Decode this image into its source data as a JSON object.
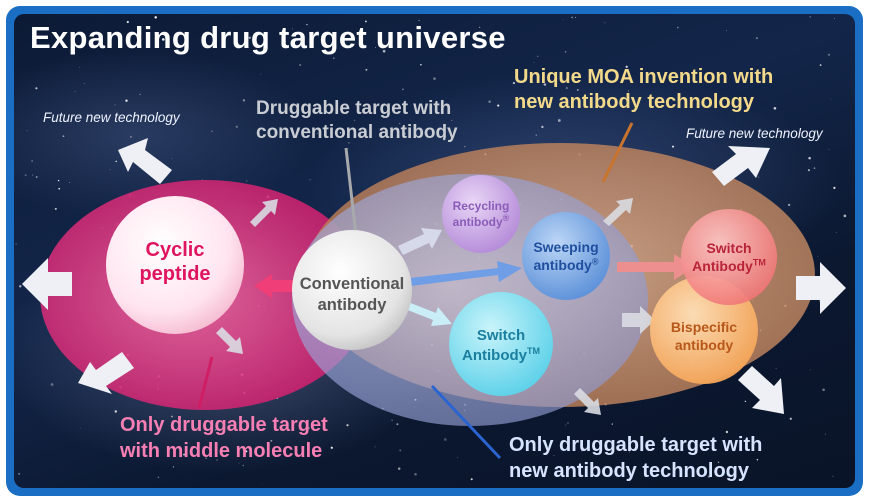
{
  "title": "Expanding drug target universe",
  "labels": {
    "unique_moa_line1": "Unique MOA invention with",
    "unique_moa_line2": "new antibody technology",
    "druggable_conv_line1": "Druggable target with",
    "druggable_conv_line2": "conventional antibody",
    "future_left": "Future new technology",
    "future_right": "Future new technology",
    "middle_molecule_line1": "Only druggable target",
    "middle_molecule_line2": "with middle molecule",
    "new_antibody_line1": "Only druggable target with",
    "new_antibody_line2": "new antibody technology"
  },
  "nodes": {
    "cyclic_peptide": {
      "line1": "Cyclic",
      "line2": "peptide",
      "color": "#e0155f"
    },
    "conventional_antibody": {
      "line1": "Conventional",
      "line2": "antibody",
      "color": "#555555"
    },
    "recycling_antibody": {
      "line1": "Recycling",
      "line2": "antibody",
      "mark": "®",
      "color": "#8b5bb8"
    },
    "sweeping_antibody": {
      "line1": "Sweeping",
      "line2": "antibody",
      "mark": "®",
      "color": "#2f67b8"
    },
    "switch_antibody_blue": {
      "line1": "Switch",
      "line2": "Antibody",
      "mark": "TM",
      "color": "#27a6c6"
    },
    "switch_antibody_red": {
      "line1": "Switch",
      "line2": "Antibody",
      "mark": "TM",
      "color": "#d8344a"
    },
    "bispecific_antibody": {
      "line1": "Bispecific",
      "line2": "antibody",
      "color": "#e07a2e"
    }
  },
  "colors": {
    "frame_blue": "#1a6fc4",
    "pink_region": "#e84a8c",
    "orange_region": "#c9926a",
    "blue_region": "#9aa6d8"
  }
}
